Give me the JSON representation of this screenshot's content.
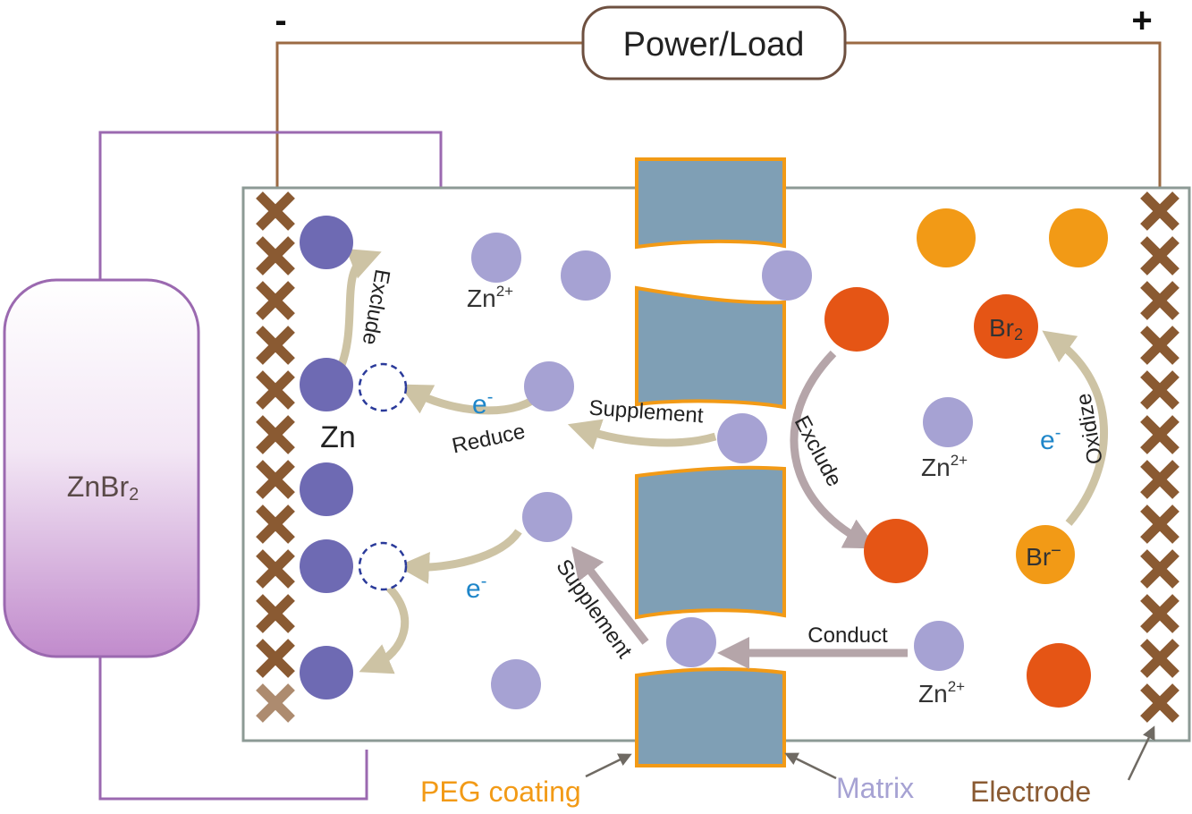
{
  "circuit": {
    "load_label": "Power/Load",
    "negative_sign": "-",
    "positive_sign": "+"
  },
  "tank": {
    "label_main": "ZnBr",
    "label_sub": "2"
  },
  "ions": {
    "zn2_label": "Zn",
    "zn2_charge": "2+",
    "zn_metal_label": "Zn",
    "br2_label": "Br",
    "br2_sub": "2",
    "br_minus_label": "Br",
    "br_minus_charge": "−",
    "electron_label": "e",
    "electron_charge": "-"
  },
  "arrows": {
    "exclude_left": "Exclude",
    "reduce": "Reduce",
    "supplement_top": "Supplement",
    "supplement_bottom": "Supplement",
    "exclude_right": "Exclude",
    "oxidize": "Oxidize",
    "conduct": "Conduct"
  },
  "legend": {
    "peg_coating": "PEG coating",
    "matrix": "Matrix",
    "electrode": "Electrode"
  },
  "colors": {
    "circuit_wire": "#9b6a43",
    "tank_outline": "#9b69b0",
    "tank_fill_top": "#ffffff",
    "tank_fill_bottom": "#c693cf",
    "cell_border": "#8c9a95",
    "electrode": "#8a5a32",
    "matrix_fill": "#7f9fb5",
    "peg_coating": "#f29a16",
    "zn_metal": "#6e6ab3",
    "zn_ion": "#a6a2d3",
    "br2": "#e55515",
    "br_minus": "#f29a16",
    "electron": "#1f86c9",
    "arrow_beige": "#cdc3a4",
    "arrow_mauve": "#b5a5a9",
    "legend_peg": "#f29a16",
    "legend_matrix": "#a6a2d3",
    "legend_electrode": "#8a5a32"
  }
}
